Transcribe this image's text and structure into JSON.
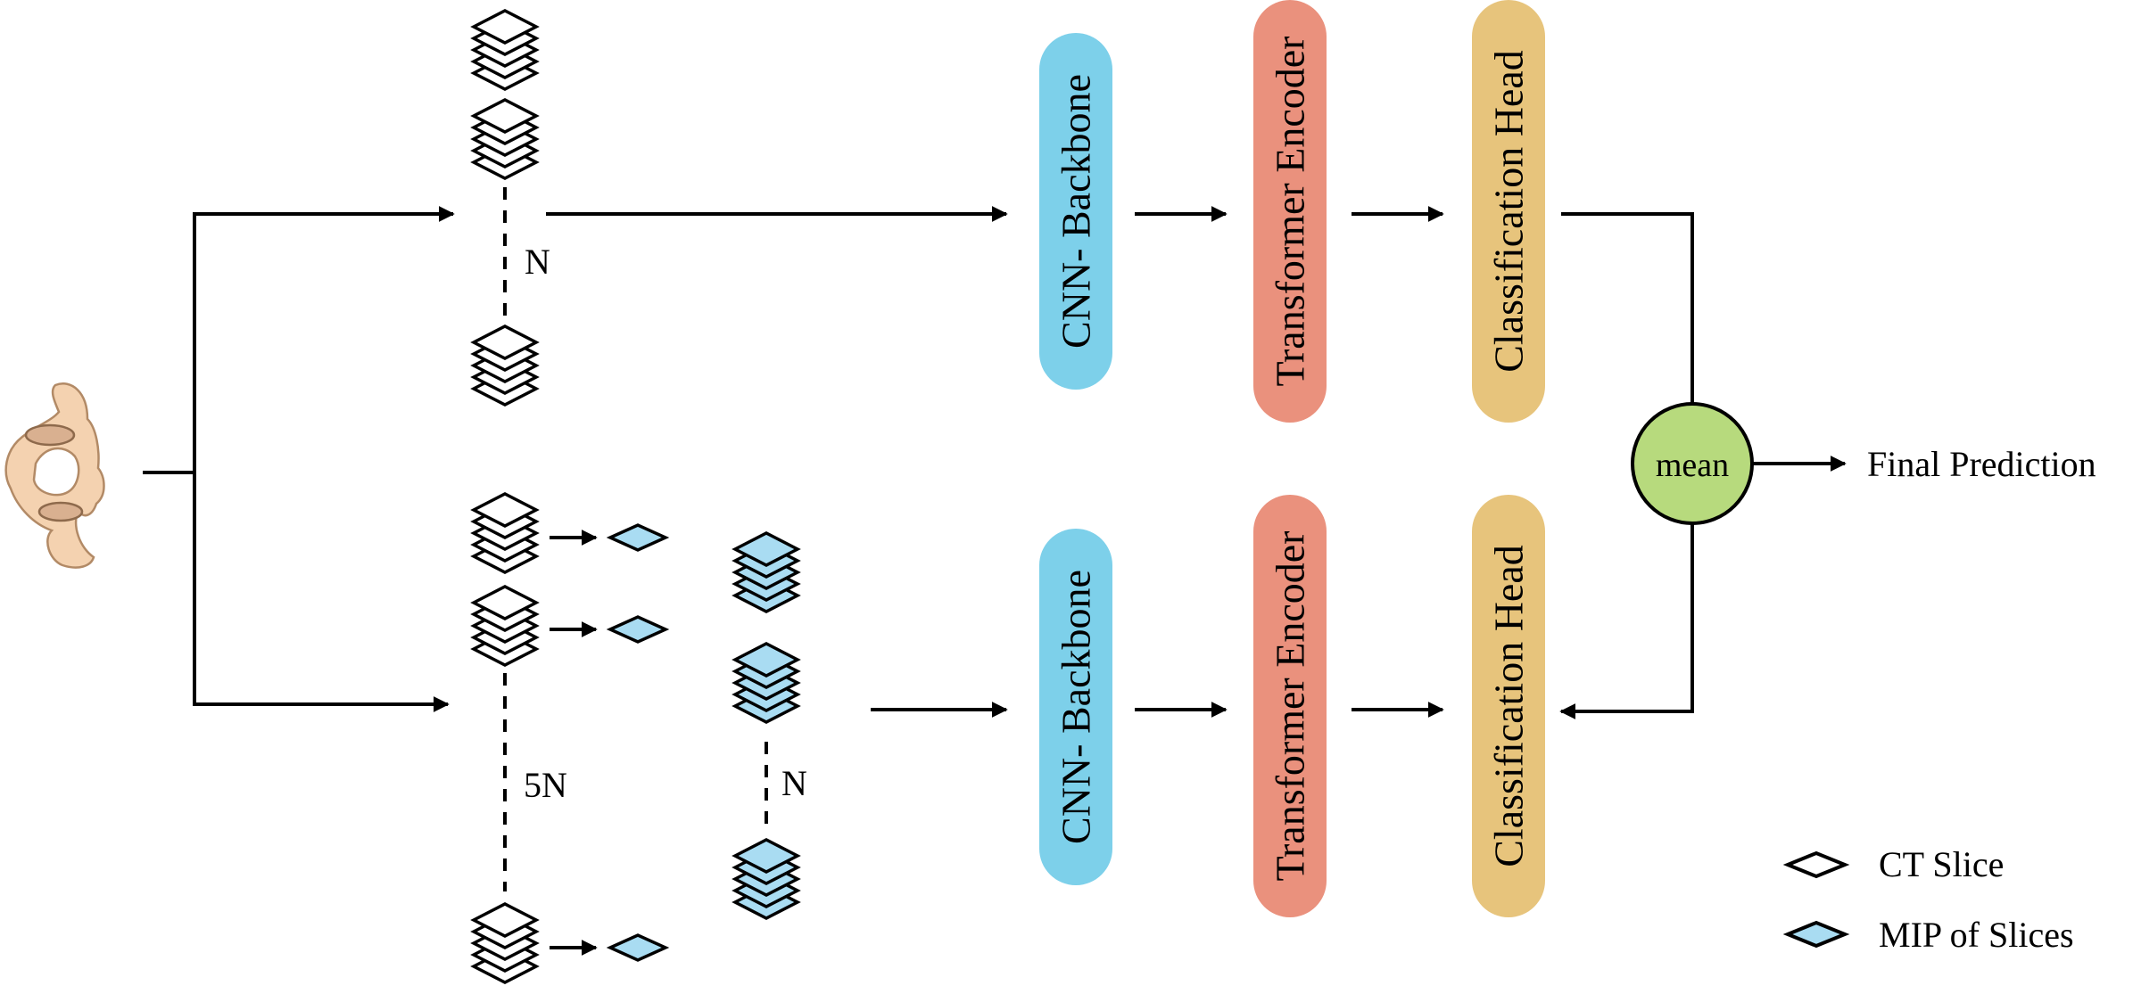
{
  "modules": {
    "cnn_label": "CNN- Backbone",
    "transformer_label": "Transformer Encoder",
    "head_label": "Classification Head"
  },
  "fusion": {
    "mean_label": "mean",
    "output_label": "Final Prediction"
  },
  "top_branch": {
    "count_label": "N"
  },
  "bottom_branch": {
    "slice_count_label": "5N",
    "mip_count_label": "N"
  },
  "legend": {
    "ct_slice_label": "CT Slice",
    "mip_label": "MIP of Slices"
  },
  "colors": {
    "cnn": "#7dd0ea",
    "transformer": "#ea917d",
    "head": "#e7c47c",
    "mean": "#b7da7d",
    "mip": "#a9dcf2",
    "bone": "#f4d2b0",
    "bone_stroke": "#b28a66"
  },
  "icons": {
    "input": "cervical-vertebra-icon",
    "ct_slice": "ct-slice-icon",
    "mip": "mip-slice-icon"
  }
}
